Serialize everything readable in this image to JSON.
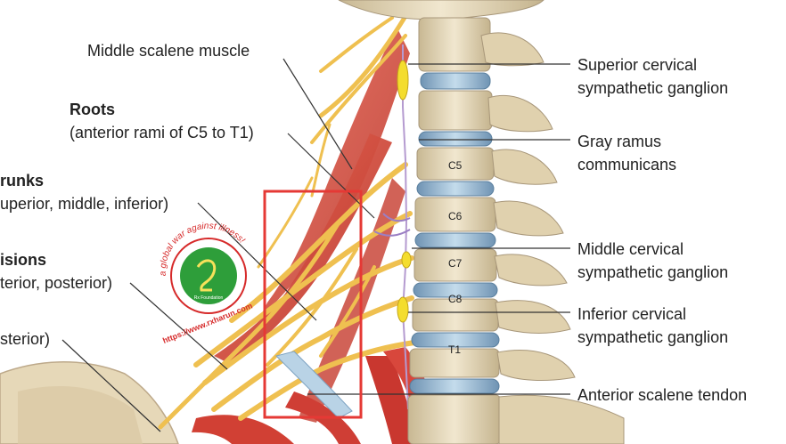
{
  "labels": {
    "middle_scalene": "Middle scalene muscle",
    "roots_title": "Roots",
    "roots_sub": "(anterior rami of C5 to T1)",
    "trunks_title": "runks",
    "trunks_sub": "uperior, middle, inferior)",
    "divisions_title": "isions",
    "divisions_sub": "terior, posterior)",
    "cords_sub": "sterior)",
    "sup_cervical_1": "Superior cervical",
    "sup_cervical_2": "sympathetic ganglion",
    "gray_ramus_1": "Gray ramus",
    "gray_ramus_2": "communicans",
    "mid_cervical_1": "Middle cervical",
    "mid_cervical_2": "sympathetic ganglion",
    "inf_cervical_1": "Inferior cervical",
    "inf_cervical_2": "sympathetic ganglion",
    "anterior_scalene": "Anterior scalene tendon"
  },
  "vertebrae": [
    "C5",
    "C6",
    "C7",
    "C8",
    "T1"
  ],
  "watermark": {
    "arc_text": "a global war against illness!",
    "url": "https://www.rxharun.com",
    "org": "Rx Foundation"
  },
  "colors": {
    "bone": "#e8dcc0",
    "disc": "#9dbdd6",
    "nerve": "#f0c24e",
    "muscle": "#d9463a",
    "highlight_box": "#e53935",
    "ganglion": "#f7e03c",
    "watermark_green": "#2e9e3a",
    "watermark_red": "#d62a2a"
  }
}
